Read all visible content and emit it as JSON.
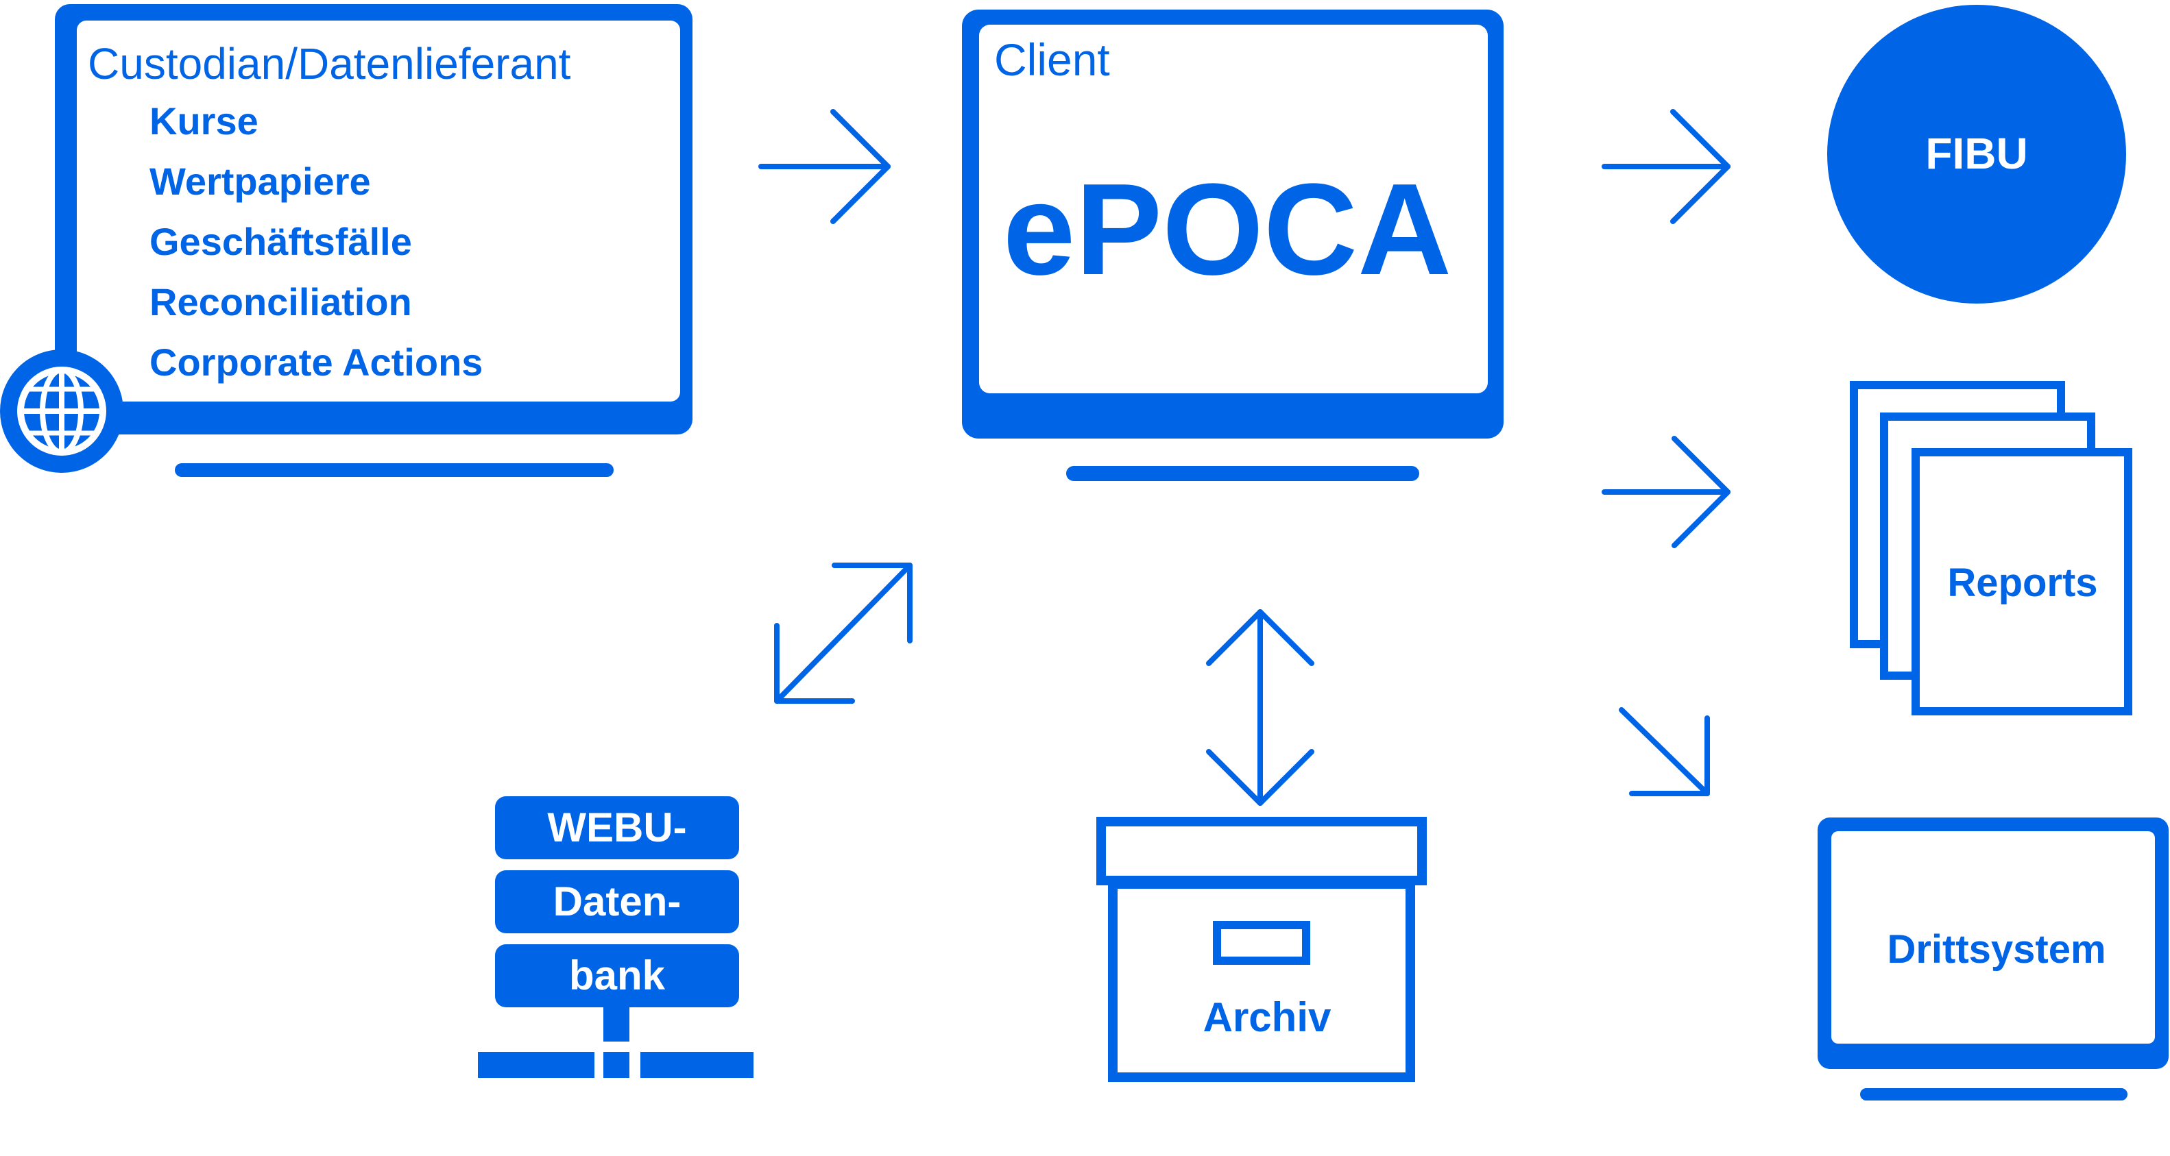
{
  "colors": {
    "accent": "#0064E6",
    "background": "#FFFFFF"
  },
  "custodian": {
    "title": "Custodian/Datenlieferant",
    "items": [
      "Kurse",
      "Wertpapiere",
      "Geschäftsfälle",
      "Reconciliation",
      "Corporate Actions"
    ],
    "icon": "globe-icon"
  },
  "client": {
    "label": "Client",
    "product": "ePOCA"
  },
  "outputs": {
    "fibu": "FIBU",
    "reports": "Reports",
    "drittsystem": "Drittsystem"
  },
  "database": {
    "lines": [
      "WEBU-",
      "Daten-",
      "bank"
    ]
  },
  "archive": {
    "label": "Archiv"
  }
}
